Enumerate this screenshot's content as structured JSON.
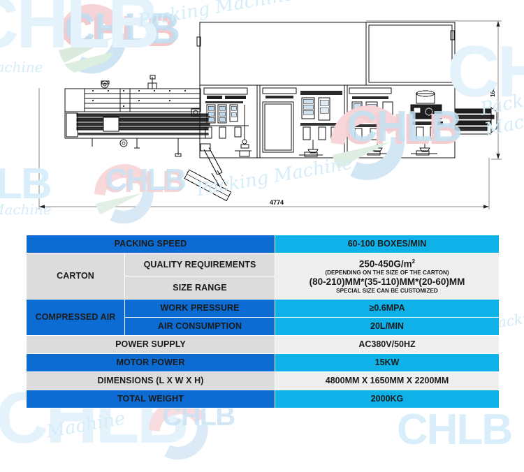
{
  "drawing": {
    "title": "packing-machine-technical-drawing",
    "dimension_horizontal": "4774",
    "dimension_vertical": "1643"
  },
  "watermarks": {
    "brand": "CHLB",
    "tagline": "Packing Machine",
    "tagline_short": "Machine",
    "tagline_part": "Packing",
    "brand_part": "LB",
    "brand_part2": "B"
  },
  "colors": {
    "dark_blue": "#0c6cd4",
    "light_blue": "#0fb2e8",
    "grey": "#dcdcdc",
    "light_grey": "#efefef",
    "text": "#1b1b1b"
  },
  "spec_table": {
    "rows": [
      {
        "group": null,
        "label": "PACKING SPEED",
        "value": "60-100 BOXES/MIN",
        "label_bg": "dark_blue",
        "value_bg": "light_blue"
      },
      {
        "group": "CARTON",
        "label": "QUALITY REQUIREMENTS",
        "label2": "SIZE RANGE",
        "value_line1": "250-450G/",
        "value_line1_unit": "m",
        "value_line1_sup": "2",
        "value_line2": "(DEPENDING ON THE SIZE OF THE CARTON)",
        "value_line3": "(80-210)MM*(35-110)MM*(20-60)MM",
        "value_line4": "SPECIAL SIZE CAN BE CUSTOMIZED",
        "label_bg": "grey",
        "value_bg": "light_grey"
      },
      {
        "group": "COMPRESSED AIR",
        "label": "WORK PRESSURE",
        "value": "≥0.6MPA",
        "label_bg": "dark_blue",
        "value_bg": "light_blue"
      },
      {
        "group": null,
        "label": "AIR CONSUMPTION",
        "value": "20L/MIN",
        "label_bg": "dark_blue",
        "value_bg": "light_blue"
      },
      {
        "group": null,
        "label": "POWER SUPPLY",
        "value": "AC380V/50HZ",
        "label_bg": "grey",
        "value_bg": "light_grey"
      },
      {
        "group": null,
        "label": "MOTOR POWER",
        "value": "15KW",
        "label_bg": "dark_blue",
        "value_bg": "light_blue"
      },
      {
        "group": null,
        "label": "DIMENSIONS (L X W X H)",
        "value": "4800MM X 1650MM X 2200MM",
        "label_bg": "grey",
        "value_bg": "light_grey"
      },
      {
        "group": null,
        "label": "TOTAL WEIGHT",
        "value": "2000KG",
        "label_bg": "dark_blue",
        "value_bg": "light_blue"
      }
    ]
  }
}
